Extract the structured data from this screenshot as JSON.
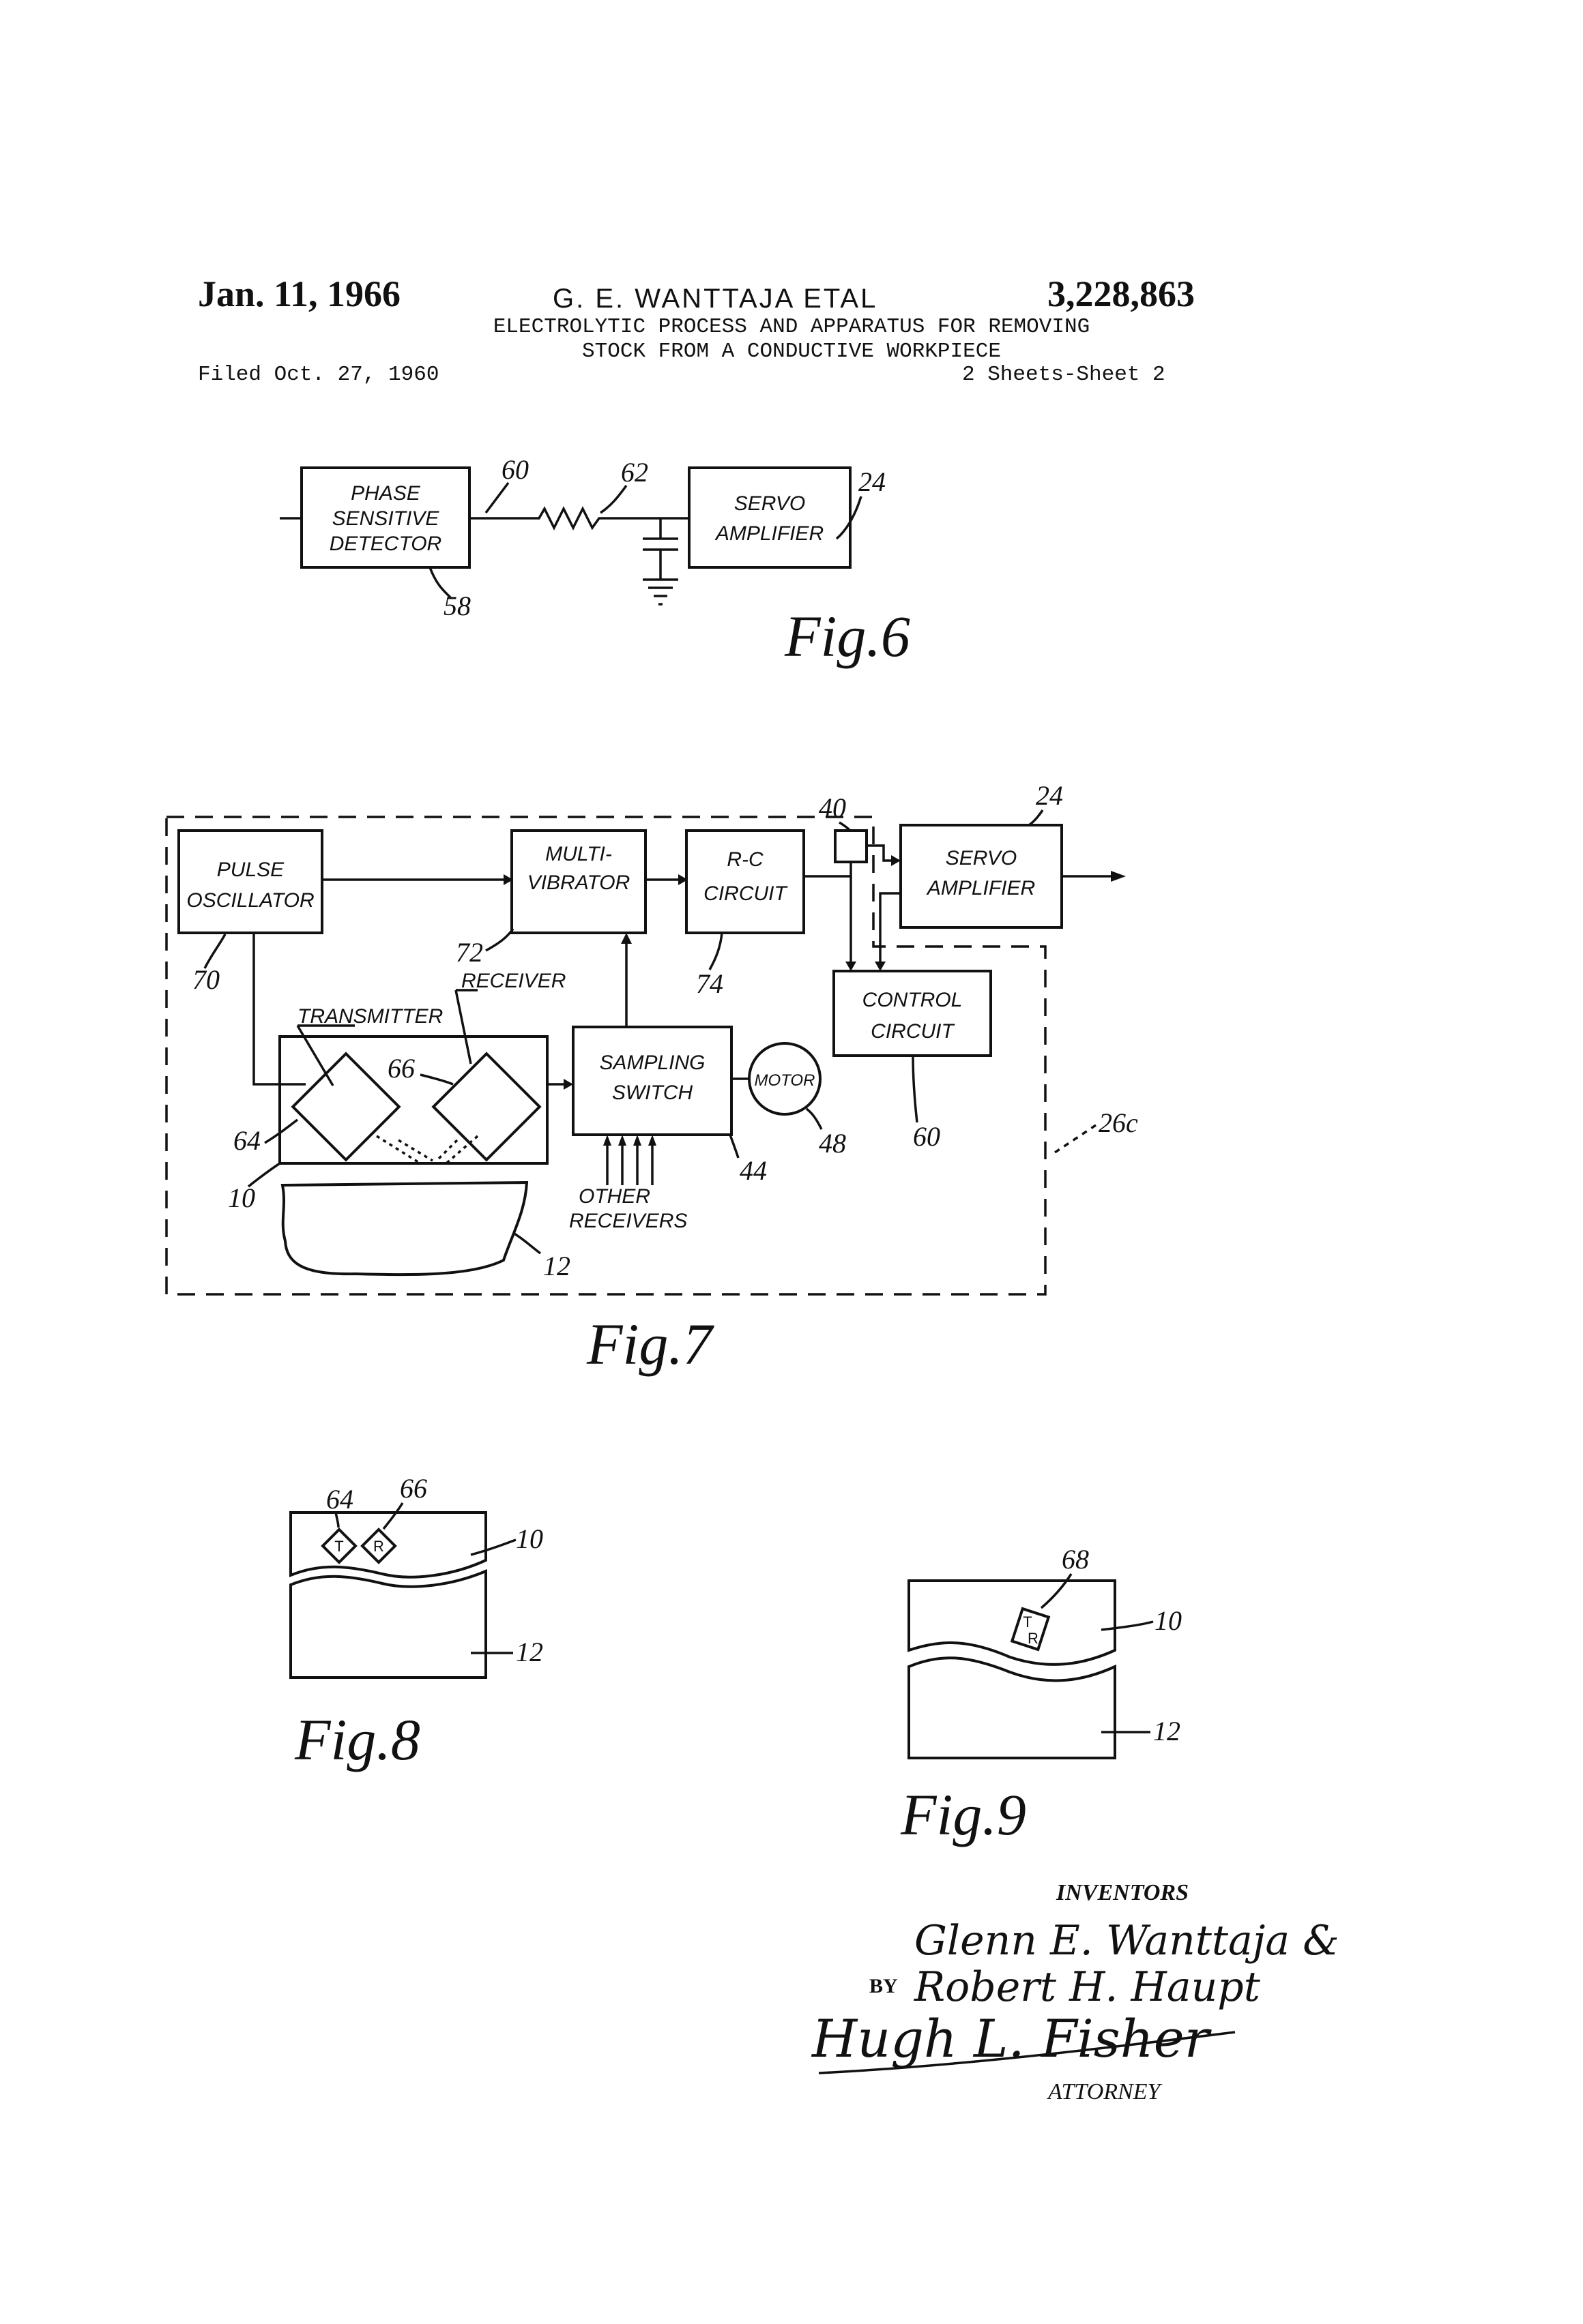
{
  "header": {
    "date": "Jan. 11, 1966",
    "inventors": "G. E. WANTTAJA ETAL",
    "patent_number": "3,228,863",
    "title_line_1": "ELECTROLYTIC PROCESS AND APPARATUS FOR REMOVING",
    "title_line_2": "STOCK FROM A CONDUCTIVE WORKPIECE",
    "filed": "Filed Oct. 27, 1960",
    "sheets": "2 Sheets-Sheet 2"
  },
  "fig6": {
    "caption": "Fig.6",
    "detector_line_1": "PHASE",
    "detector_line_2": "SENSITIVE",
    "detector_line_3": "DETECTOR",
    "servo_line_1": "SERVO",
    "servo_line_2": "AMPLIFIER",
    "ref_60": "60",
    "ref_62": "62",
    "ref_24": "24",
    "ref_58": "58"
  },
  "fig7": {
    "caption": "Fig.7",
    "pulse_line_1": "PULSE",
    "pulse_line_2": "OSCILLATOR",
    "multi_line_1": "MULTI-",
    "multi_line_2": "VIBRATOR",
    "rc_line_1": "R-C",
    "rc_line_2": "CIRCUIT",
    "servo_line_1": "SERVO",
    "servo_line_2": "AMPLIFIER",
    "control_line_1": "CONTROL",
    "control_line_2": "CIRCUIT",
    "sampling_line_1": "SAMPLING",
    "sampling_line_2": "SWITCH",
    "motor": "MOTOR",
    "transmitter": "TRANSMITTER",
    "receiver": "RECEIVER",
    "other_line_1": "OTHER",
    "other_line_2": "RECEIVERS",
    "ref_40": "40",
    "ref_24": "24",
    "ref_70": "70",
    "ref_72": "72",
    "ref_74": "74",
    "ref_66": "66",
    "ref_64": "64",
    "ref_10": "10",
    "ref_44": "44",
    "ref_48": "48",
    "ref_60": "60",
    "ref_26c": "26c",
    "ref_12": "12"
  },
  "fig8": {
    "caption": "Fig.8",
    "t": "T",
    "r": "R",
    "ref_64": "64",
    "ref_66": "66",
    "ref_10": "10",
    "ref_12": "12"
  },
  "fig9": {
    "caption": "Fig.9",
    "t": "T",
    "r": "R",
    "ref_68": "68",
    "ref_10": "10",
    "ref_12": "12"
  },
  "signatures": {
    "inventors_label": "INVENTORS",
    "by": "BY",
    "name_1": "Glenn E. Wanttaja &",
    "name_2": "Robert H. Haupt",
    "attorney_name": "Hugh L. Fisher",
    "attorney_label": "ATTORNEY"
  }
}
